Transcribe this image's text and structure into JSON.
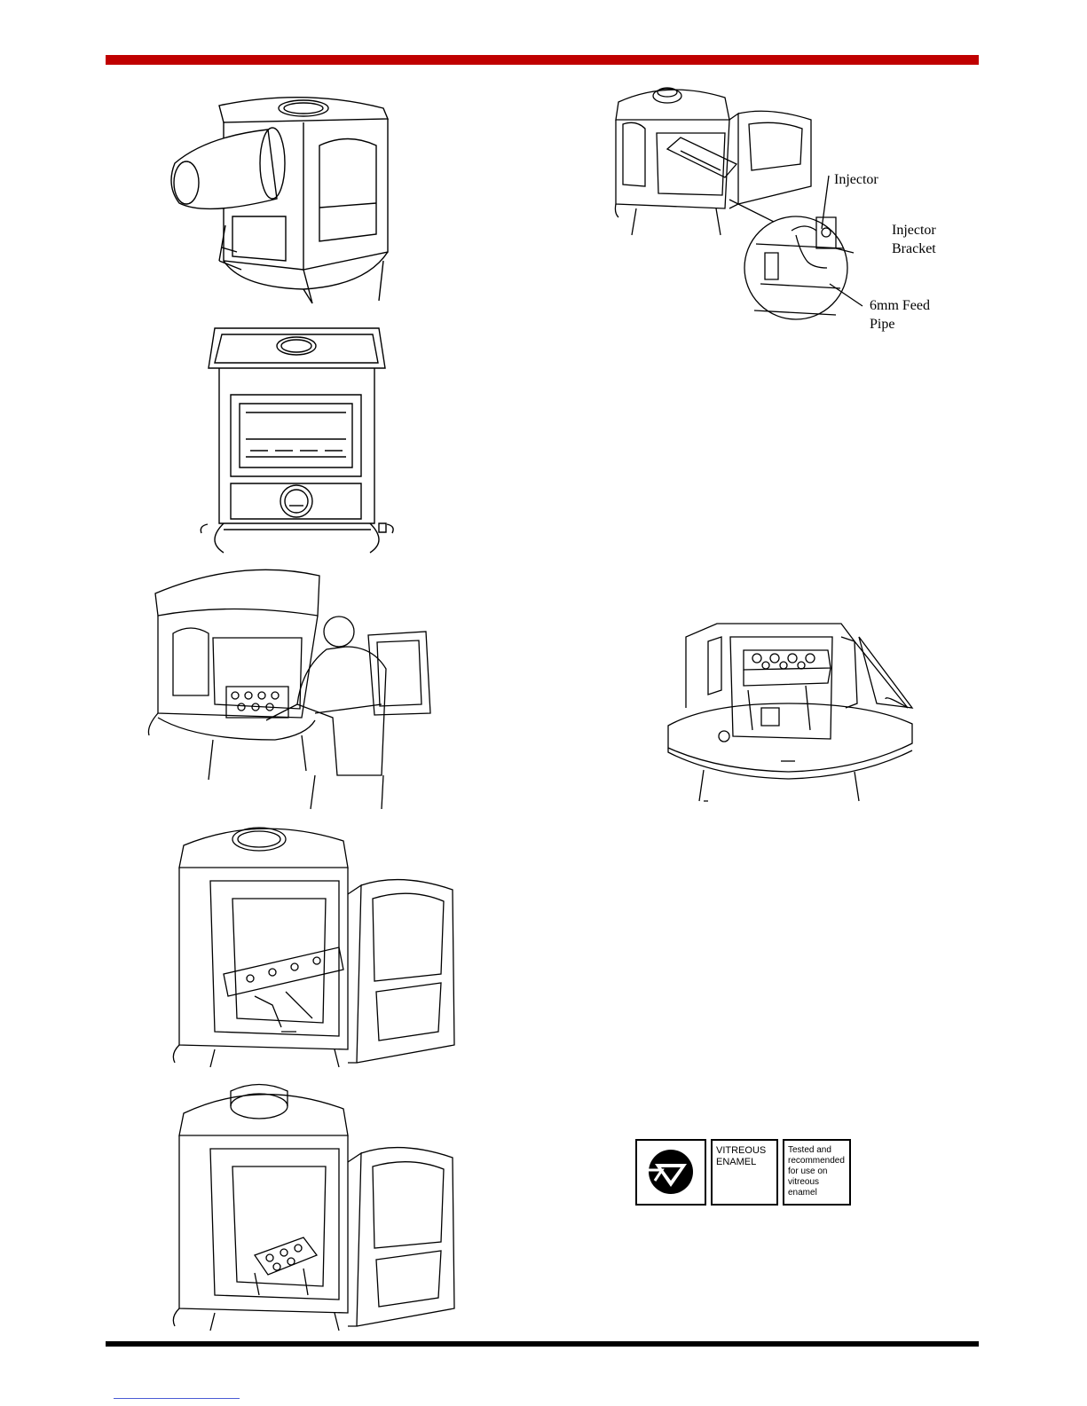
{
  "colors": {
    "top_rule": "#c00000",
    "bottom_rule": "#000000",
    "link_underline": "#4a5bd4"
  },
  "figures": [
    {
      "id": "stove-rear-flue",
      "icon": "stove-with-rear-flue-pipe"
    },
    {
      "id": "stove-front",
      "icon": "stove-front-view"
    },
    {
      "id": "stove-person-removing-tray",
      "icon": "person-removing-burner-tray"
    },
    {
      "id": "stove-burner-tilted",
      "icon": "burner-tray-tilted"
    },
    {
      "id": "stove-burner-raised",
      "icon": "burner-tray-raised"
    },
    {
      "id": "stove-injector-detail",
      "icon": "injector-detail-callout"
    },
    {
      "id": "stove-burner-installed",
      "icon": "burner-tray-installed"
    }
  ],
  "callouts": {
    "injector": "Injector",
    "injector_bracket": "Injector\nBracket",
    "feed_pipe": "6mm Feed\nPipe"
  },
  "enamel_badge": {
    "icon": "vitreous-enamel-logo",
    "label": "VITREOUS\nENAMEL",
    "note": "Tested and\nrecommended\nfor use on\nvitreous\nenamel"
  }
}
